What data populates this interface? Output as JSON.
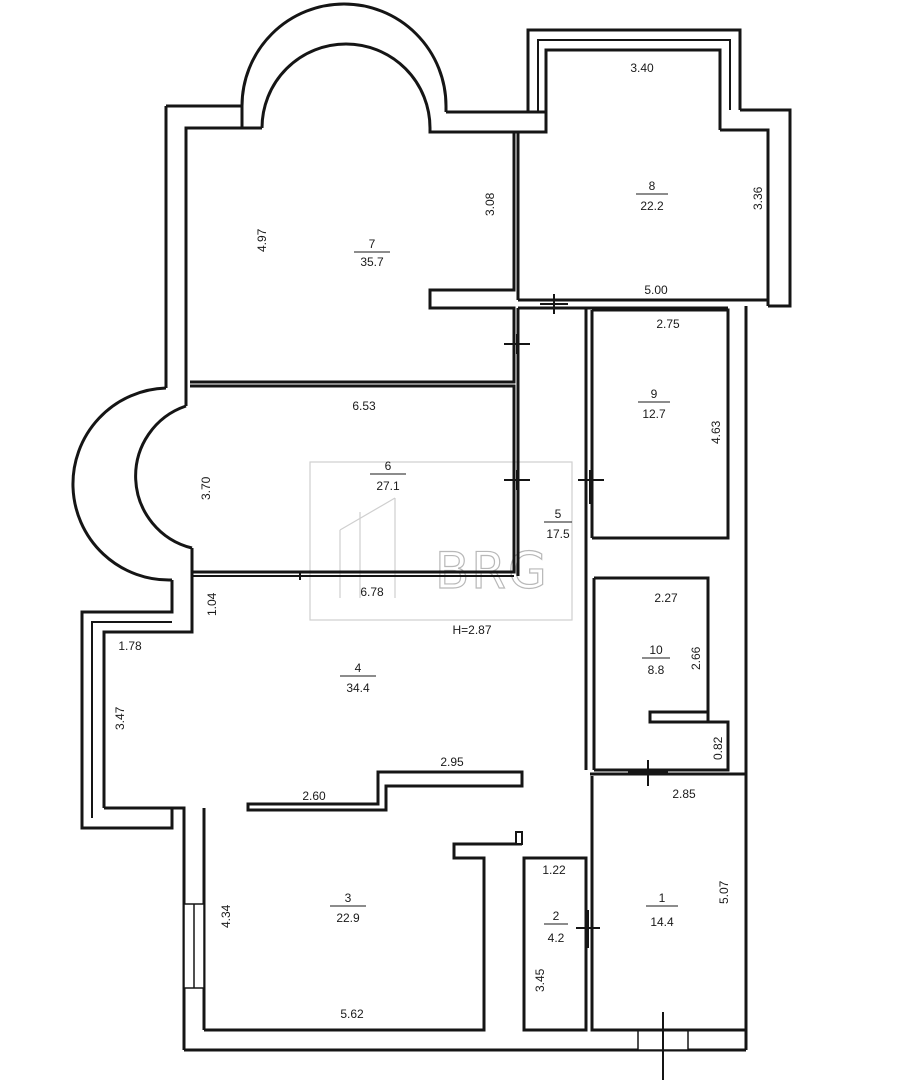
{
  "plan": {
    "height_label": "H=2.87",
    "watermark": "BRG",
    "rooms": [
      {
        "id": "1",
        "area": "14.4"
      },
      {
        "id": "2",
        "area": "4.2"
      },
      {
        "id": "3",
        "area": "22.9"
      },
      {
        "id": "4",
        "area": "34.4"
      },
      {
        "id": "5",
        "area": "17.5"
      },
      {
        "id": "6",
        "area": "27.1"
      },
      {
        "id": "7",
        "area": "35.7"
      },
      {
        "id": "8",
        "area": "22.2"
      },
      {
        "id": "9",
        "area": "12.7"
      },
      {
        "id": "10",
        "area": "8.8"
      }
    ],
    "dimensions": {
      "r8_top": "3.40",
      "r8_right": "3.36",
      "r8_bottom": "5.00",
      "r7_left": "4.97",
      "r7_right": "3.08",
      "r6_top": "6.53",
      "r6_left": "3.70",
      "r6_bottom": "6.78",
      "r9_top": "2.75",
      "r9_right": "4.63",
      "r10_top": "2.27",
      "r10_right": "2.66",
      "r10_notch": "0.82",
      "r4_top_left": "1.04",
      "r4_left_top": "1.78",
      "r4_left": "3.47",
      "r4_partition_upper": "2.95",
      "r4_partition_lower": "2.60",
      "r1_top": "2.85",
      "r1_right": "5.07",
      "r2_top": "1.22",
      "r2_left": "3.45",
      "r3_left": "4.34",
      "r3_bottom": "5.62"
    }
  }
}
